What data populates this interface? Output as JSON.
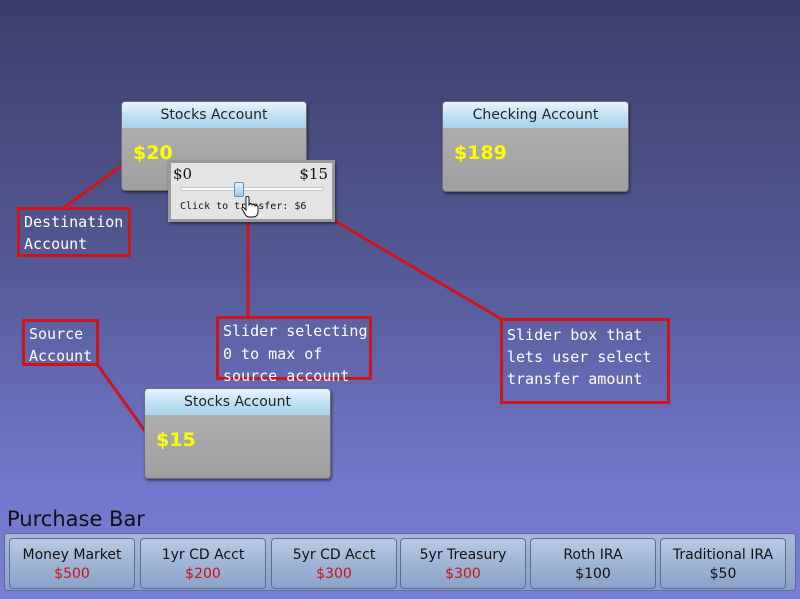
{
  "accounts": {
    "stocks_top": {
      "title": "Stocks Account",
      "amount": "$20"
    },
    "checking": {
      "title": "Checking Account",
      "amount": "$189"
    },
    "stocks_source": {
      "title": "Stocks Account",
      "amount": "$15"
    }
  },
  "slider": {
    "min_label": "$0",
    "max_label": "$15",
    "caption": "Click to transfer: $6",
    "value": 6,
    "min": 0,
    "max": 15
  },
  "annotations": {
    "destination": "Destination\nAccount",
    "source": "Source\nAccount",
    "slider": "Slider selecting\n0 to max of\nsource account",
    "slider_box": "Slider box that\nlets user select\ntransfer amount"
  },
  "purchase": {
    "title": "Purchase Bar",
    "items": [
      {
        "name": "Money Market",
        "price": "$500",
        "price_color": "#d01010"
      },
      {
        "name": "1yr CD Acct",
        "price": "$200",
        "price_color": "#d01010"
      },
      {
        "name": "5yr CD Acct",
        "price": "$300",
        "price_color": "#d01010"
      },
      {
        "name": "5yr Treasury",
        "price": "$300",
        "price_color": "#d01010"
      },
      {
        "name": "Roth IRA",
        "price": "$100",
        "price_color": "#111111"
      },
      {
        "name": "Traditional IRA",
        "price": "$50",
        "price_color": "#111111"
      }
    ]
  },
  "colors": {
    "amount": "#ffff00",
    "annotation_border": "#d0141c"
  },
  "icons": {
    "cursor": "hand-pointer-icon"
  }
}
